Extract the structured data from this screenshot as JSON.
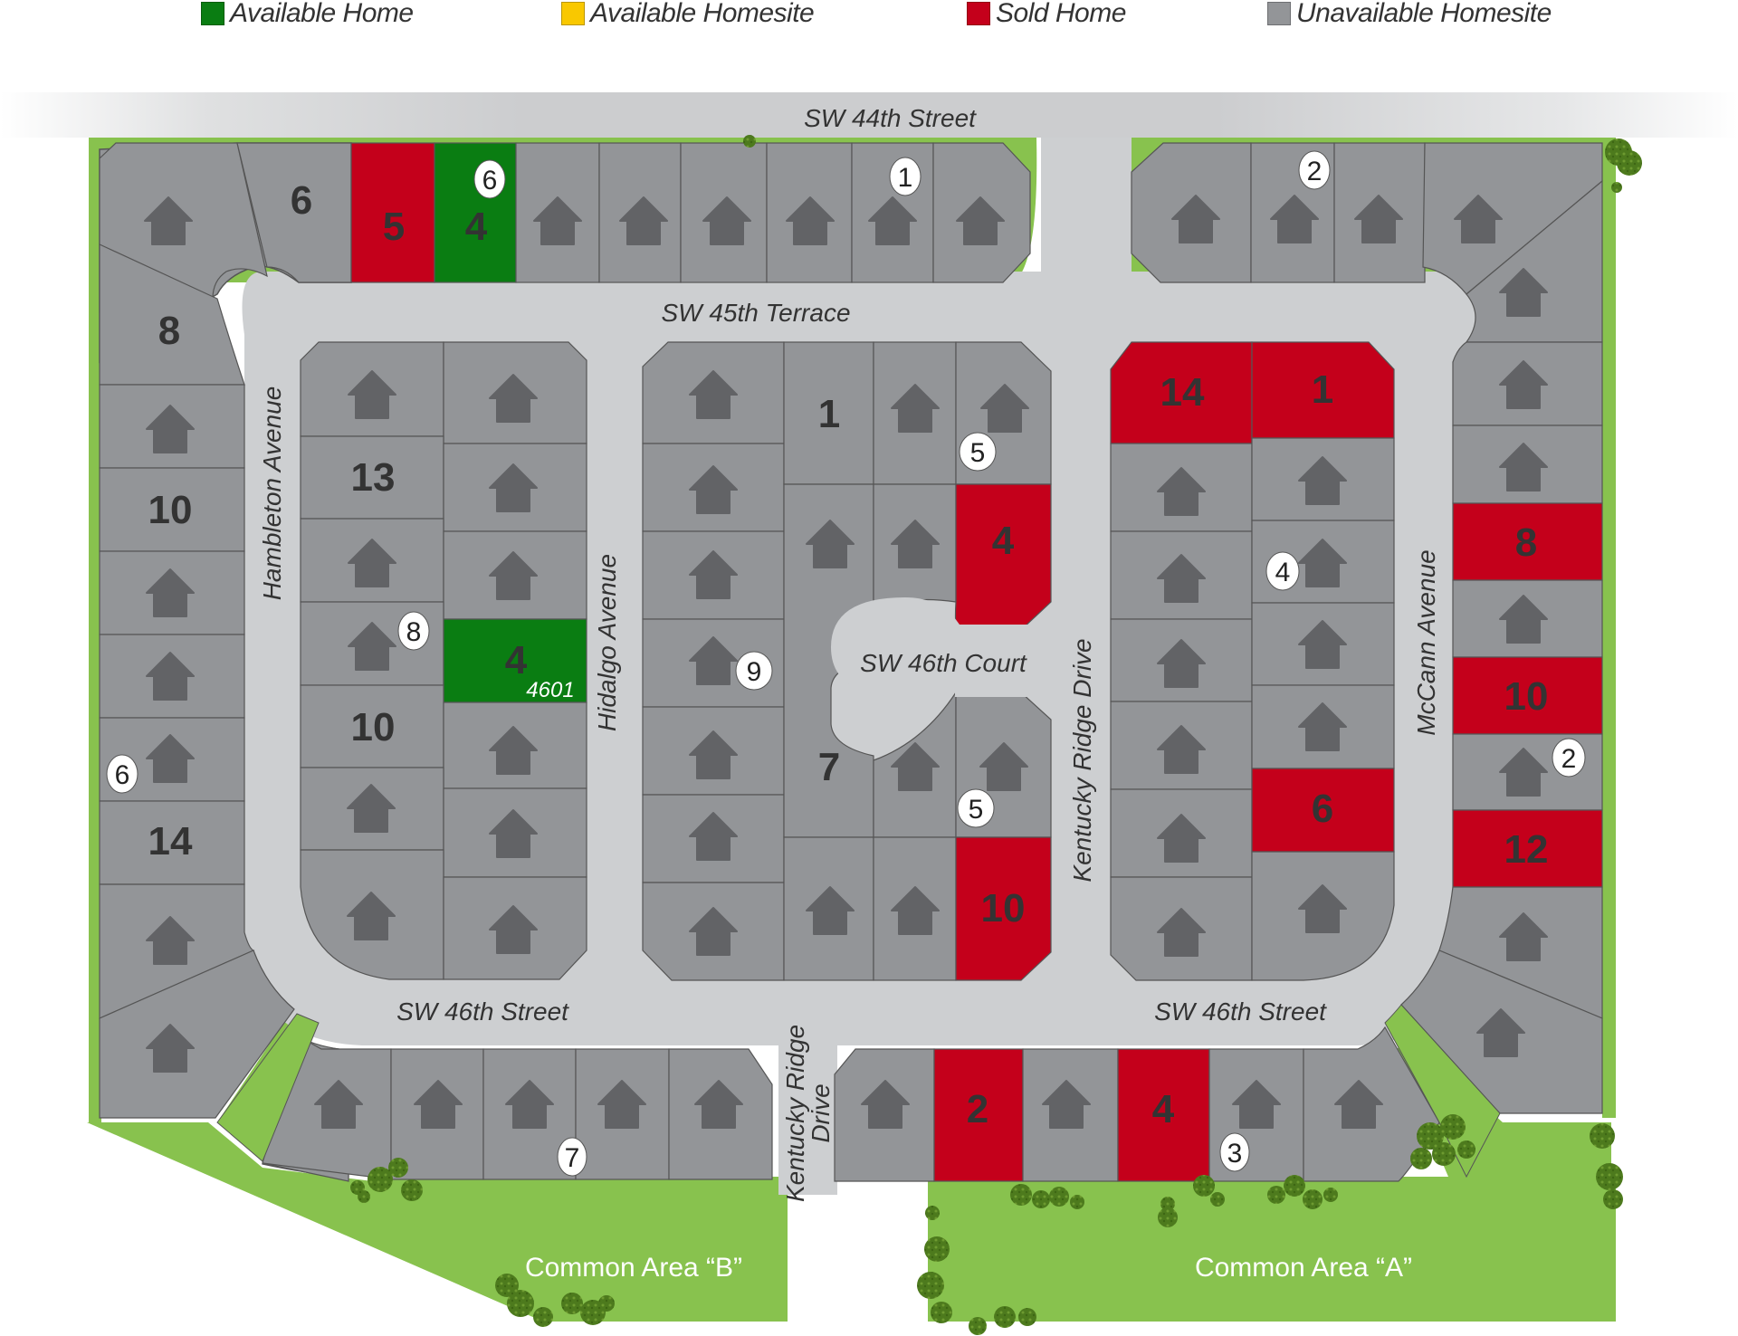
{
  "legend": {
    "items": [
      {
        "label": "Available Home",
        "color": "#0a7d12"
      },
      {
        "label": "Available Homesite",
        "color": "#f9c800"
      },
      {
        "label": "Sold Home",
        "color": "#c4001b"
      },
      {
        "label": "Unavailable Homesite",
        "color": "#939598"
      }
    ]
  },
  "colors": {
    "available_home": "#0a7d12",
    "available_homesite": "#f9c800",
    "sold_home": "#c4001b",
    "unavailable_homesite": "#939598",
    "street": "#cdcfd1",
    "grass": "#88c24e",
    "house_icon": "#626366",
    "tree": "#4d7a1d"
  },
  "streets": {
    "sw44": "SW 44th Street",
    "sw45terrace": "SW 45th Terrace",
    "hambleton": "Hambleton Avenue",
    "hidalgo": "Hidalgo Avenue",
    "sw46court": "SW 46th Court",
    "kentucky_ridge": "Kentucky Ridge Drive",
    "kentucky_ridge_line1": "Kentucky Ridge",
    "kentucky_ridge_line2": "Drive",
    "mccann": "McCann Avenue",
    "sw46_west": "SW 46th Street",
    "sw46_east": "SW 46th Street"
  },
  "common_areas": {
    "b": "Common Area “B”",
    "a": "Common Area “A”"
  },
  "lots": {
    "top_row_6": "6",
    "top_row_5": "5",
    "top_row_4": "4",
    "left_8": "8",
    "left_10": "10",
    "left_14": "14",
    "block_b_13": "13",
    "block_b_10": "10",
    "block_b_4": "4",
    "block_b_4_address": "4601",
    "block_c_1": "1",
    "block_c_4": "4",
    "block_c_7": "7",
    "block_c_10": "10",
    "block_d_14": "14",
    "block_d_1": "1",
    "block_d_6": "6",
    "right_8": "8",
    "right_10": "10",
    "right_12": "12",
    "bottom_2": "2",
    "bottom_4": "4"
  },
  "phase_markers": {
    "top_green": "6",
    "top_right_row": "1",
    "top_east": "2",
    "block_b": "8",
    "left_column": "6",
    "block_c_west": "9",
    "block_c_north": "5",
    "block_c_south": "5",
    "block_d": "4",
    "right_column": "2",
    "bottom_west": "7",
    "bottom_east": "3"
  }
}
